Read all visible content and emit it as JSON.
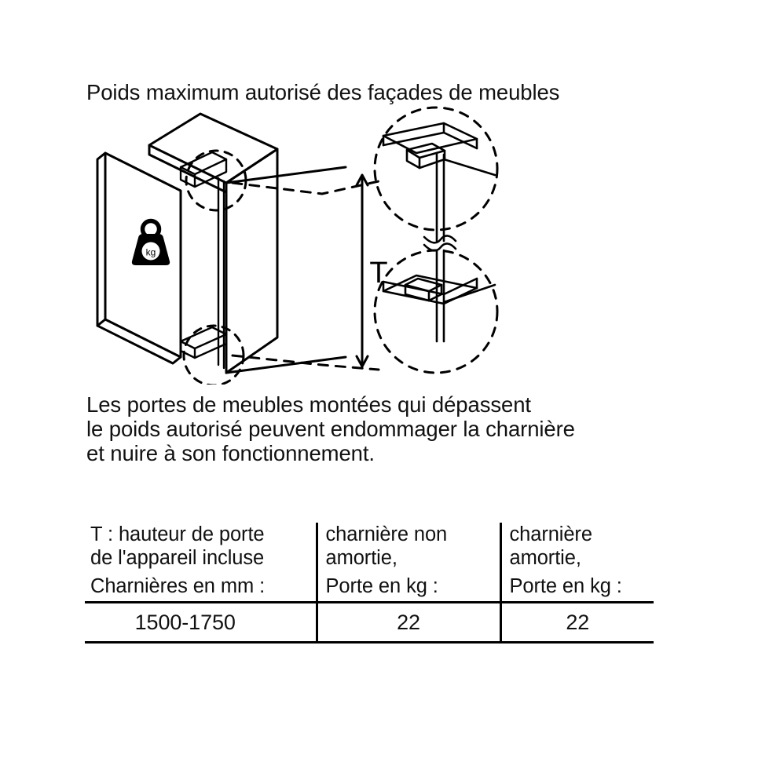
{
  "title": "Poids maximum autorisé des façades de meubles",
  "diagram": {
    "name": "built-in-appliance-door-weight-diagram",
    "dimension_label": "T",
    "weight_icon_label": "kg",
    "callouts": [
      {
        "id": "upper-hinge-detail",
        "position": "top"
      },
      {
        "id": "lower-hinge-detail",
        "position": "bottom"
      }
    ]
  },
  "body": {
    "lines": [
      "Les portes de meubles montées qui dépassent",
      "le poids autorisé peuvent endommager la charnière",
      "et nuire à son fonctionnement."
    ]
  },
  "table": {
    "headers": {
      "col1": {
        "line1": "T : hauteur de porte",
        "line2": "de l'appareil incluse",
        "line3": "Charnières en mm :"
      },
      "col2": {
        "line1": "charnière non",
        "line2": "amortie,",
        "line3": "Porte en kg :"
      },
      "col3": {
        "line1": "charnière",
        "line2": "amortie,",
        "line3": "Porte en kg :"
      }
    },
    "rows": [
      {
        "height_range": "1500-1750",
        "non_damped_kg": "22",
        "damped_kg": "22"
      }
    ]
  },
  "colors": {
    "ink": "#000000",
    "background": "#ffffff"
  }
}
